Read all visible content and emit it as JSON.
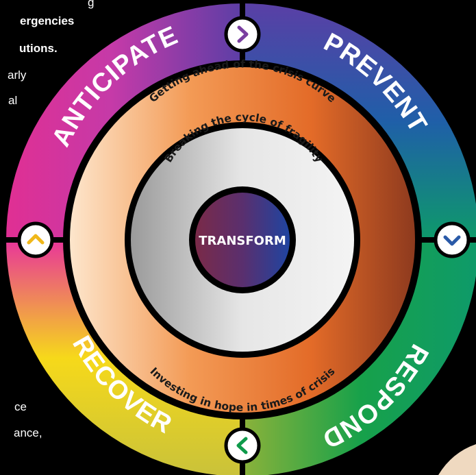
{
  "left_text": {
    "line1": "g",
    "line2": "ergencies",
    "line3": "utions.",
    "line4": "arly",
    "line5": "al",
    "line6": "ce",
    "line7": "ance,"
  },
  "ring": {
    "anticipate": "ANTICIPATE",
    "prevent": "PREVENT",
    "respond": "RESPOND",
    "recover": "RECOVER"
  },
  "middle_ring_top": "Getting ahead of the crisis curve",
  "middle_ring_bottom": "Investing in hope in times of crisis",
  "inner_ring_top": "Breaking the cycle of fragility",
  "center": "TRANSFORM",
  "icons": {
    "top": "chevron-right-icon",
    "right": "chevron-down-icon",
    "bottom": "chevron-left-icon",
    "left": "chevron-up-icon"
  },
  "colors": {
    "anticipate": "#e8359a",
    "prevent": "#6a3fa0",
    "respond": "#0e9a4a",
    "recover": "#f4d21a",
    "middle": "#e8742e",
    "top_icon": "#7a3fa0",
    "right_icon": "#2a5aa8",
    "bottom_icon": "#0e9a4a",
    "left_icon": "#f0b81a"
  }
}
